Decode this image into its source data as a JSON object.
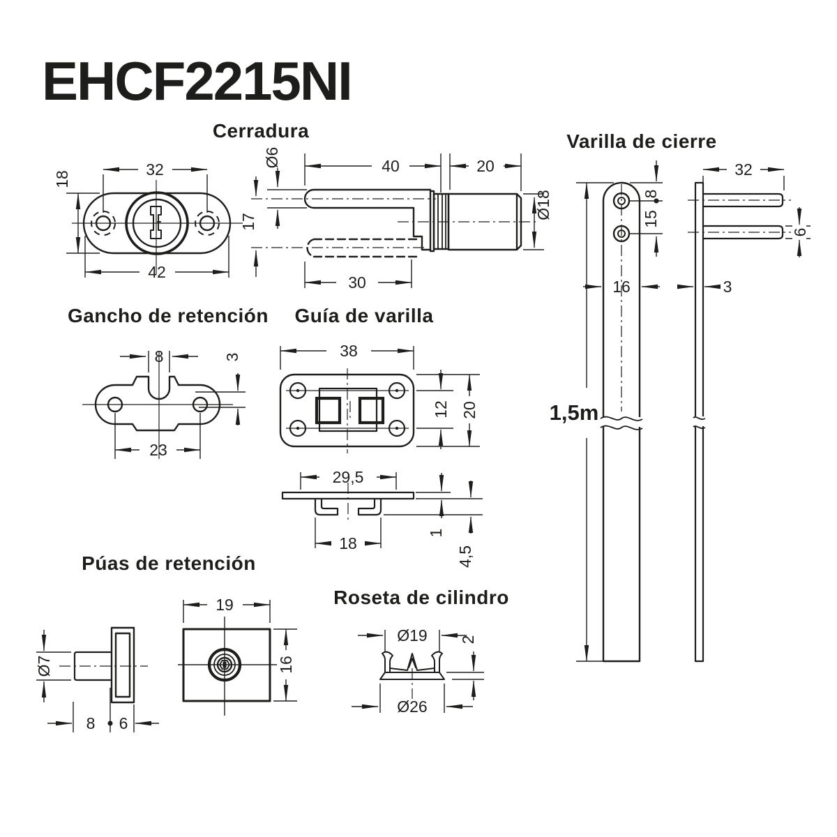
{
  "title": "EHCF2215NI",
  "colors": {
    "ink": "#1d1d1b",
    "background": "#ffffff"
  },
  "cerradura": {
    "heading": "Cerradura",
    "front_hole_spacing": "32",
    "front_height": "18",
    "front_total_width": "42",
    "rod_diameter": "Ø6",
    "rod_length": "40",
    "body_length": "20",
    "body_diameter": "Ø18",
    "rod_offset": "17",
    "lower_rod_length": "30"
  },
  "varilla": {
    "heading": "Varilla de cierre",
    "hole_top_offset": "8",
    "hole_spacing": "15",
    "bar_width": "16",
    "bar_length": "1,5m",
    "pin_length": "32",
    "pin_diameter": "6",
    "bar_thickness": "3"
  },
  "gancho": {
    "heading": "Gancho de retención",
    "notch_width": "8",
    "notch_depth": "3",
    "hole_spacing": "23"
  },
  "guia": {
    "heading": "Guía de varilla",
    "width": "38",
    "hole_spacing": "12",
    "height": "20",
    "clip_span": "29,5",
    "clip_inner": "18",
    "plate_thickness": "1",
    "total_height": "4,5"
  },
  "puas": {
    "heading": "Púas de retención",
    "pin_diameter": "Ø7",
    "pin_length": "8",
    "plate_thickness": "6",
    "width": "19",
    "height": "16"
  },
  "roseta": {
    "heading": "Roseta de cilindro",
    "inner_diameter": "Ø19",
    "rim_height": "2",
    "outer_diameter": "Ø26"
  }
}
